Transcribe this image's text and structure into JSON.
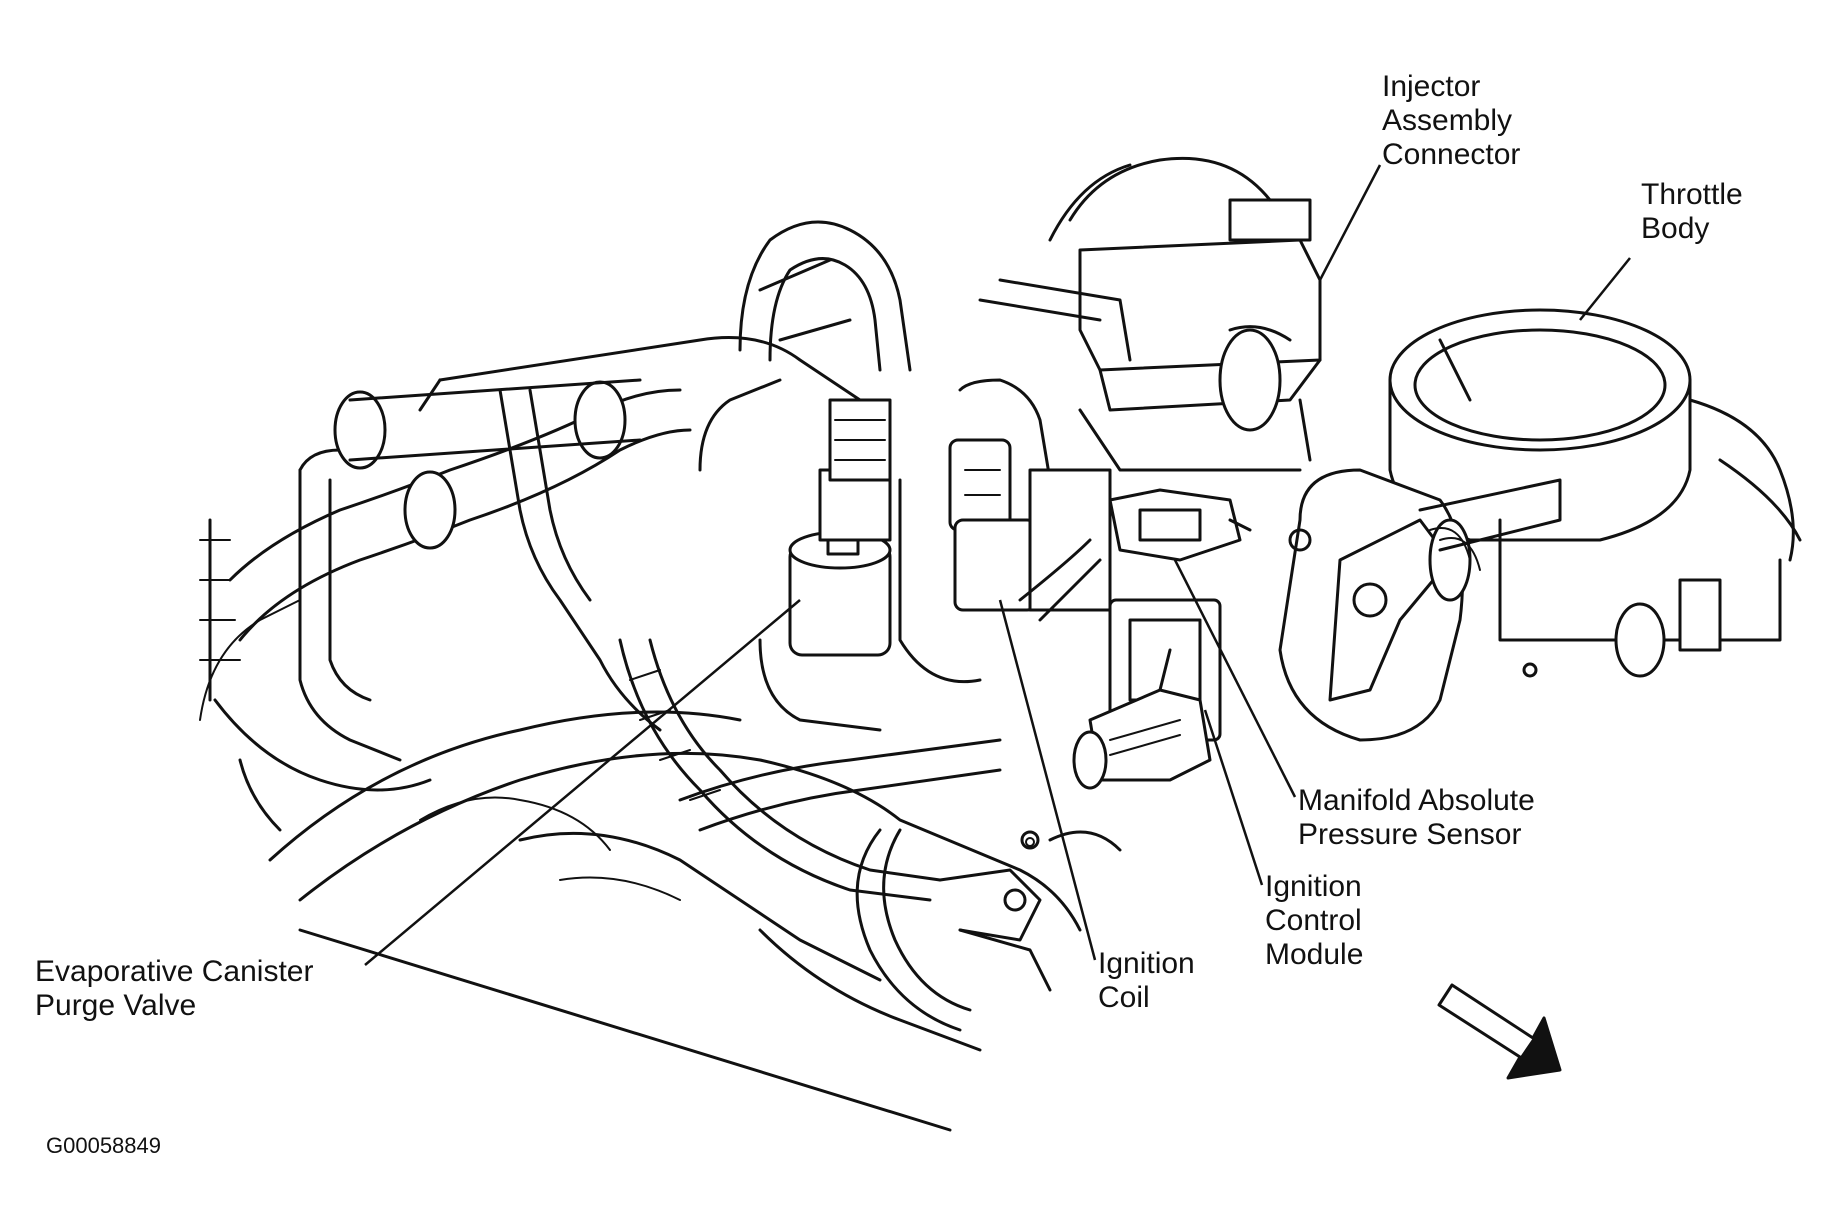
{
  "figure_id": "G00058849",
  "callouts": {
    "injector": [
      "Injector",
      "Assembly",
      "Connector"
    ],
    "throttle": [
      "Throttle",
      "Body"
    ],
    "map": [
      "Manifold Absolute",
      "Pressure Sensor"
    ],
    "icm": [
      "Ignition",
      "Control",
      "Module"
    ],
    "coil": [
      "Ignition",
      "Coil"
    ],
    "evap": [
      "Evaporative Canister",
      "Purge Valve"
    ]
  },
  "icons": {
    "direction": "front-direction-arrow-icon"
  },
  "colors": {
    "ink": "#111111",
    "background": "#ffffff"
  }
}
